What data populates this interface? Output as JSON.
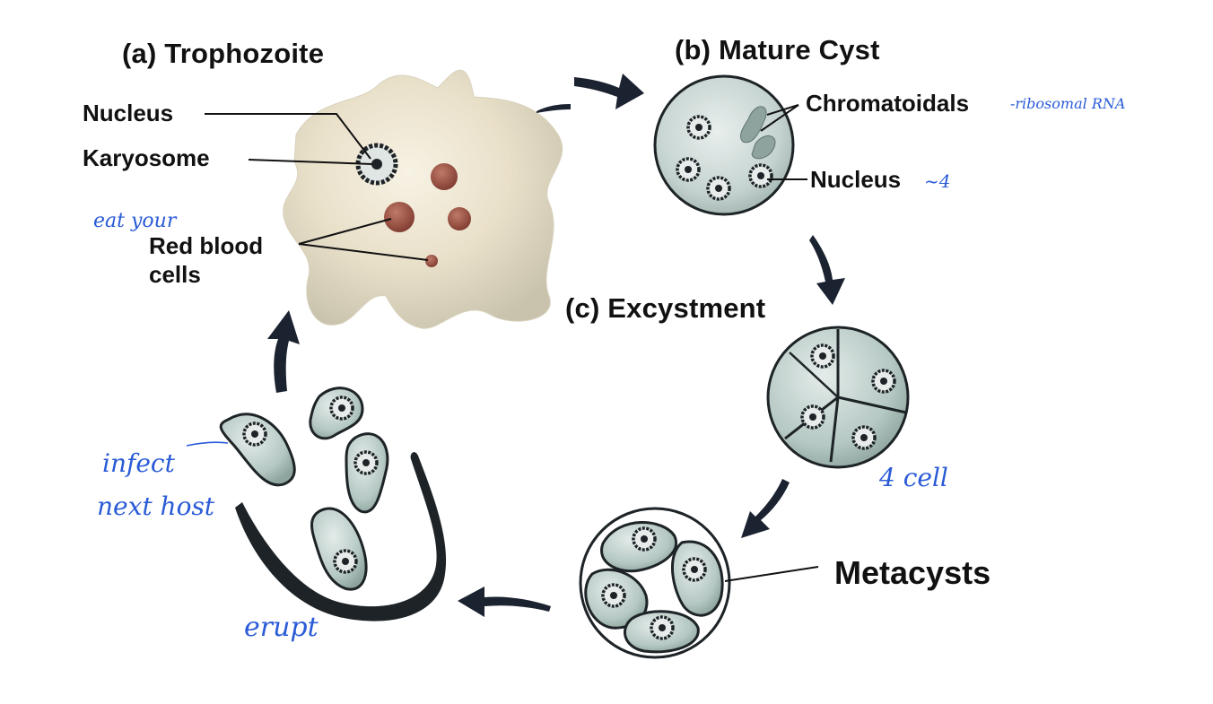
{
  "stages": {
    "a": "(a) Trophozoite",
    "b": "(b) Mature Cyst",
    "c": "(c) Excystment"
  },
  "labels": {
    "nucleus_a": "Nucleus",
    "karyosome": "Karyosome",
    "rbc_line1": "Red blood",
    "rbc_line2": "cells",
    "chromatoidals": "Chromatoidals",
    "nucleus_b": "Nucleus",
    "metacysts": "Metacysts"
  },
  "annotations": {
    "ribosomal": "-ribosomal RNA",
    "four": "~4",
    "eat_your": "eat your",
    "four_cell": "4 cell",
    "infect_1": "infect",
    "infect_2": "next host",
    "erupt": "erupt"
  },
  "colors": {
    "ink": "#2a5bd7",
    "arrow": "#1b2230",
    "cyst_fill": "#c9d6d3",
    "cell_fill": "#bfd0cc",
    "trophozoite_fill": "#e9e0c9",
    "rbc": "#9a4a3d"
  }
}
